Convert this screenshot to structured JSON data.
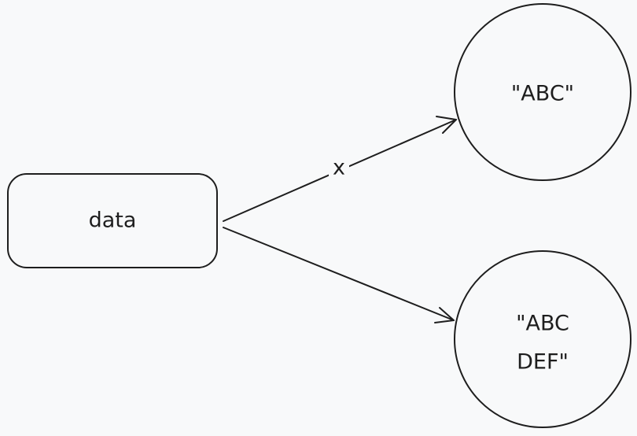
{
  "nodes": {
    "data": {
      "label": "data"
    },
    "top": {
      "label": "\"ABC\""
    },
    "bottom": {
      "label_line1": "\"ABC",
      "label_line2": "DEF\""
    }
  },
  "edges": {
    "to_top": {
      "label": "x"
    }
  },
  "colors": {
    "background": "#f8f9fa",
    "stroke": "#1e1e1e"
  }
}
